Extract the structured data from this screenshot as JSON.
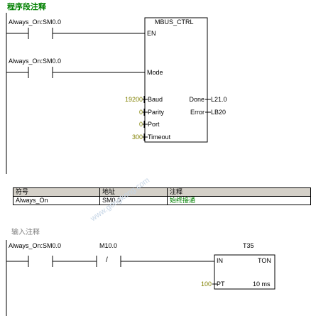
{
  "network1": {
    "comment": "程序段注释",
    "contact1_label": "Always_On:SM0.0",
    "contact2_label": "Always_On:SM0.0",
    "block": {
      "name": "MBUS_CTRL",
      "pins_left": [
        "EN",
        "Mode",
        "Baud",
        "Parity",
        "Port",
        "Timeout"
      ],
      "pins_right": [
        "Done",
        "Error"
      ],
      "inputs": {
        "baud": "19200",
        "parity": "0",
        "port": "0",
        "timeout": "300"
      },
      "outputs": {
        "done": "L21.0",
        "error": "LB20"
      }
    }
  },
  "symbol_table": {
    "headers": [
      "符号",
      "地址",
      "注释"
    ],
    "rows": [
      [
        "Always_On",
        "SM0.0",
        "始终接通"
      ]
    ]
  },
  "network2": {
    "comment": "输入注释",
    "contact1_label": "Always_On:SM0.0",
    "contact2_label": "M10.0",
    "contact2_symbol": "/",
    "timer": {
      "name": "T35",
      "pin_in": "IN",
      "type": "TON",
      "pin_pt": "PT",
      "resolution": "10 ms",
      "pt_value": "100"
    }
  }
}
